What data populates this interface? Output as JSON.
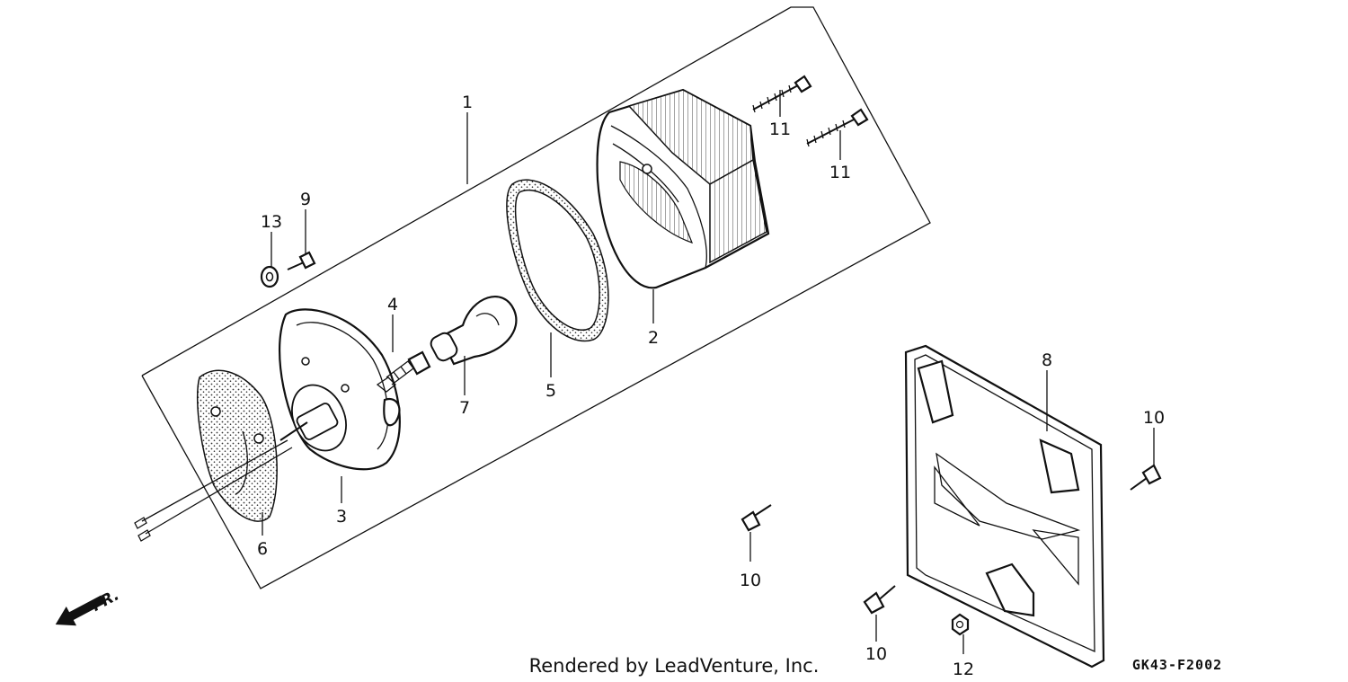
{
  "callouts": {
    "c1": "1",
    "c2": "2",
    "c3": "3",
    "c4": "4",
    "c5": "5",
    "c6": "6",
    "c7": "7",
    "c8": "8",
    "c9": "9",
    "c10a": "10",
    "c10b": "10",
    "c10c": "10",
    "c11a": "11",
    "c11b": "11",
    "c12": "12",
    "c13": "13"
  },
  "direction_label": "FR.",
  "footer": {
    "credit": "Rendered by LeadVenture, Inc.",
    "diagram_code": "GK43-F2002"
  }
}
